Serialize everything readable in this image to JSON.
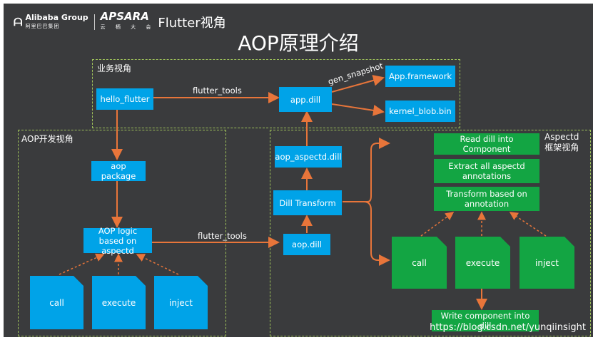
{
  "header": {
    "company": "Alibaba Group",
    "company_cn": "阿里巴巴集团",
    "apsara": "APSARA",
    "apsara_cn": "云 栖 大 会",
    "flutter_view": "Flutter视角"
  },
  "title": "AOP原理介绍",
  "regions": {
    "business": "业务视角",
    "aop_dev": "AOP开发视角",
    "aspectd_line1": "Aspectd",
    "aspectd_line2": "框架视角"
  },
  "nodes": {
    "hello_flutter": "hello_flutter",
    "app_dill": "app.dill",
    "app_framework": "App.framework",
    "kernel_blob": "kernel_blob.bin",
    "aop_package": "aop package",
    "aop_logic": "AOP logic based on aspectd",
    "aop_aspectd_dill": "aop_aspectd.dill",
    "dill_transform": "Dill Transform",
    "aop_dill": "aop.dill",
    "read_dill": "Read dill into Component",
    "extract": "Extract all aspectd annotations",
    "transform_ann": "Transform based on annotation",
    "write_comp": "Write component into dill"
  },
  "docs": {
    "call_l": "call",
    "execute_l": "execute",
    "inject_l": "inject",
    "call_r": "call",
    "execute_r": "execute",
    "inject_r": "inject"
  },
  "edges": {
    "flutter_tools_top": "flutter_tools",
    "flutter_tools_mid": "flutter_tools",
    "gen_snapshot": "gen_snapshot"
  },
  "watermark": "https://blog.csdn.net/yunqiinsight"
}
